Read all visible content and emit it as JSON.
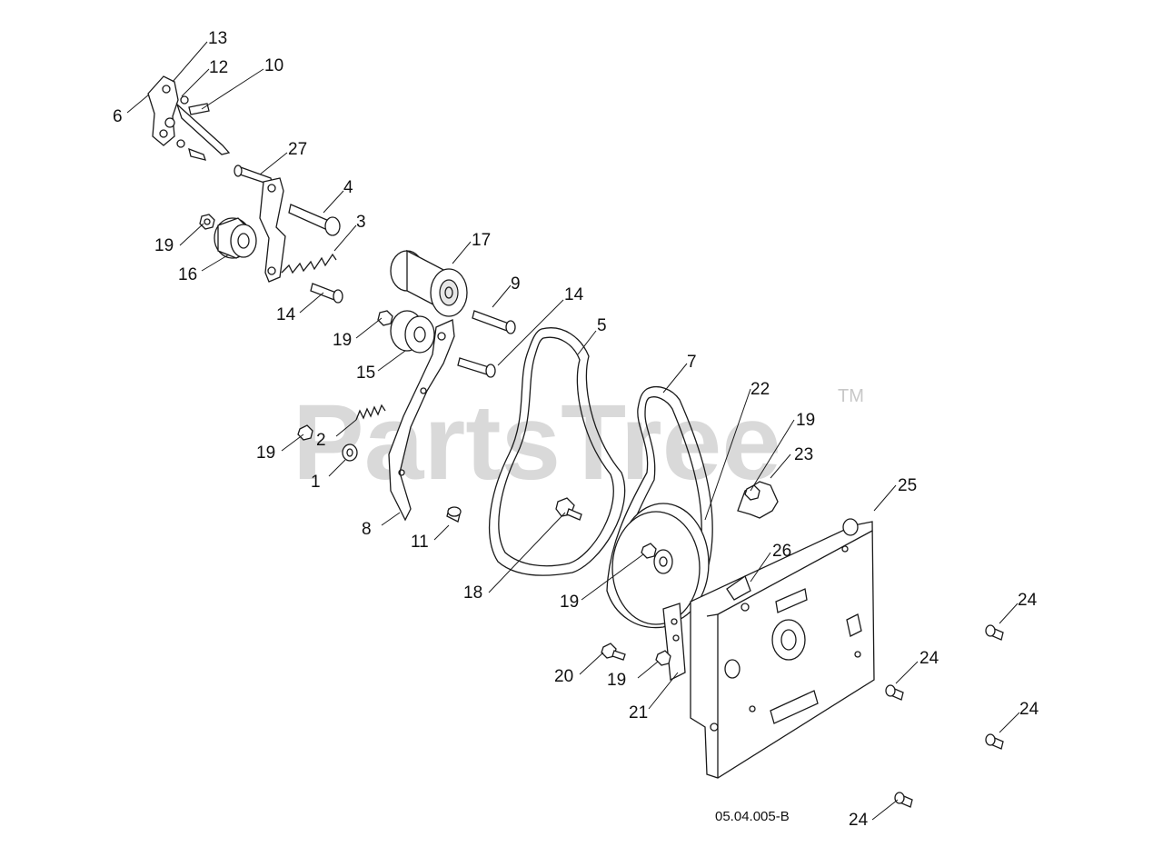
{
  "watermark": {
    "text": "PartsTree",
    "trademark": "TM"
  },
  "reference_code": "05.04.005-B",
  "callouts": [
    {
      "id": "c13a",
      "label": "13"
    },
    {
      "id": "c12",
      "label": "12"
    },
    {
      "id": "c10",
      "label": "10"
    },
    {
      "id": "c6",
      "label": "6"
    },
    {
      "id": "c27",
      "label": "27"
    },
    {
      "id": "c4",
      "label": "4"
    },
    {
      "id": "c3",
      "label": "3"
    },
    {
      "id": "c19a",
      "label": "19"
    },
    {
      "id": "c16",
      "label": "16"
    },
    {
      "id": "c17",
      "label": "17"
    },
    {
      "id": "c9",
      "label": "9"
    },
    {
      "id": "c14a",
      "label": "14"
    },
    {
      "id": "c14b",
      "label": "14"
    },
    {
      "id": "c19b",
      "label": "19"
    },
    {
      "id": "c15",
      "label": "15"
    },
    {
      "id": "c5",
      "label": "5"
    },
    {
      "id": "c7",
      "label": "7"
    },
    {
      "id": "c22",
      "label": "22"
    },
    {
      "id": "c19c",
      "label": "19"
    },
    {
      "id": "c23",
      "label": "23"
    },
    {
      "id": "c2",
      "label": "2"
    },
    {
      "id": "c19d",
      "label": "19"
    },
    {
      "id": "c1",
      "label": "1"
    },
    {
      "id": "c25",
      "label": "25"
    },
    {
      "id": "c8",
      "label": "8"
    },
    {
      "id": "c11",
      "label": "11"
    },
    {
      "id": "c26",
      "label": "26"
    },
    {
      "id": "c18",
      "label": "18"
    },
    {
      "id": "c19e",
      "label": "19"
    },
    {
      "id": "c24a",
      "label": "24"
    },
    {
      "id": "c24b",
      "label": "24"
    },
    {
      "id": "c24c",
      "label": "24"
    },
    {
      "id": "c20",
      "label": "20"
    },
    {
      "id": "c19f",
      "label": "19"
    },
    {
      "id": "c21",
      "label": "21"
    },
    {
      "id": "c24d",
      "label": "24"
    }
  ]
}
